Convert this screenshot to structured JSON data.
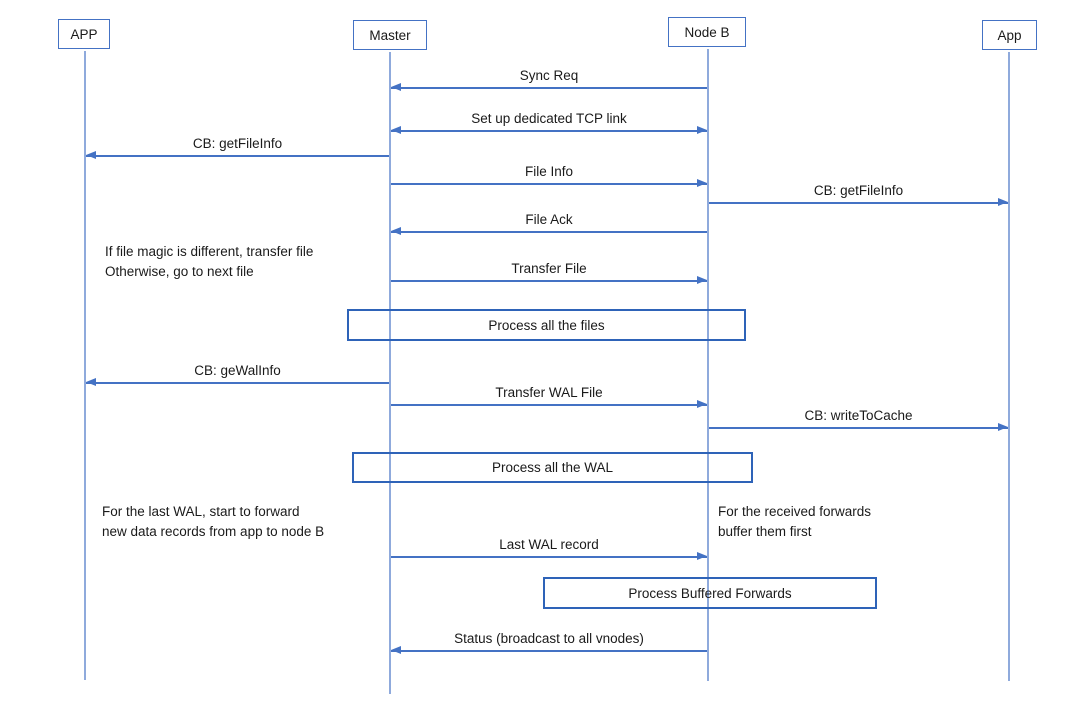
{
  "diagram": {
    "type": "sequence-diagram",
    "actors": [
      {
        "id": "app-left",
        "name": "APP"
      },
      {
        "id": "master",
        "name": "Master"
      },
      {
        "id": "node-b",
        "name": "Node B"
      },
      {
        "id": "app-right",
        "name": "App"
      }
    ],
    "messages": {
      "sync_req": {
        "label": "Sync Req",
        "from": "Node B",
        "to": "Master",
        "direction": "left"
      },
      "tcp_link": {
        "label": "Set up dedicated TCP link",
        "from": "Master",
        "to": "Node B",
        "direction": "both"
      },
      "cb_getfileinfo_left": {
        "label": "CB: getFileInfo",
        "from": "Master",
        "to": "APP",
        "direction": "left"
      },
      "file_info": {
        "label": "File Info",
        "from": "Master",
        "to": "Node B",
        "direction": "right"
      },
      "cb_getfileinfo_right": {
        "label": "CB: getFileInfo",
        "from": "Node B",
        "to": "App",
        "direction": "right"
      },
      "file_ack": {
        "label": "File Ack",
        "from": "Node B",
        "to": "Master",
        "direction": "left"
      },
      "transfer_file": {
        "label": "Transfer File",
        "from": "Master",
        "to": "Node B",
        "direction": "right"
      },
      "cb_gewalinfo": {
        "label": "CB: geWalInfo",
        "from": "Master",
        "to": "APP",
        "direction": "left"
      },
      "transfer_wal_file": {
        "label": "Transfer WAL File",
        "from": "Master",
        "to": "Node B",
        "direction": "right"
      },
      "cb_writetocache": {
        "label": "CB: writeToCache",
        "from": "Node B",
        "to": "App",
        "direction": "right"
      },
      "last_wal_record": {
        "label": "Last WAL record",
        "from": "Master",
        "to": "Node B",
        "direction": "right"
      },
      "status_broadcast": {
        "label": "Status (broadcast to all vnodes)",
        "from": "Node B",
        "to": "Master",
        "direction": "left"
      }
    },
    "process_boxes": {
      "files": {
        "label": "Process all the files"
      },
      "wal": {
        "label": "Process all the WAL"
      },
      "buffered": {
        "label": "Process Buffered Forwards"
      }
    },
    "notes": {
      "file_magic": {
        "text": "If file magic is different, transfer file\nOtherwise, go to next file"
      },
      "last_wal": {
        "text": "For the last WAL, start to forward\nnew data records from app to node B"
      },
      "received_forwards": {
        "text": "For the received forwards\nbuffer them first"
      }
    },
    "colors": {
      "line": "#4472C4",
      "lifeline": "#8FAADC",
      "box_border": "#4472C4",
      "process_border": "#2E63B8",
      "text": "#1A1A1A",
      "background": "#FFFFFF"
    }
  }
}
